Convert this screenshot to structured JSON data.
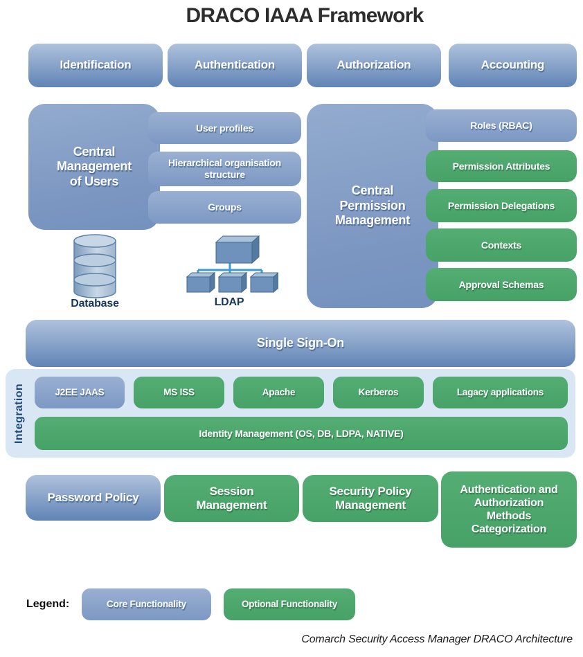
{
  "title": "DRACO IAAA Framework",
  "caption": "Comarch Security Access Manager DRACO Architecture",
  "top_row": [
    {
      "label": "Identification",
      "type": "core"
    },
    {
      "label": "Authentication",
      "type": "core"
    },
    {
      "label": "Authorization",
      "type": "core"
    },
    {
      "label": "Accounting",
      "type": "core"
    }
  ],
  "user_management": {
    "title": "Central\nManagement\nof Users",
    "items": [
      {
        "label": "User profiles",
        "type": "core"
      },
      {
        "label": "Hierarchical organisation\nstructure",
        "type": "core"
      },
      {
        "label": "Groups",
        "type": "core"
      }
    ]
  },
  "data_sources": [
    {
      "label": "Database",
      "icon": "database-icon"
    },
    {
      "label": "LDAP",
      "icon": "ldap-tree-icon"
    }
  ],
  "permission_management": {
    "title": "Central\nPermission\nManagement",
    "items": [
      {
        "label": "Roles (RBAC)",
        "type": "core"
      },
      {
        "label": "Permission Attributes",
        "type": "optional"
      },
      {
        "label": "Permission Delegations",
        "type": "optional"
      },
      {
        "label": "Contexts",
        "type": "optional"
      },
      {
        "label": "Approval Schemas",
        "type": "optional"
      }
    ]
  },
  "sso": {
    "label": "Single Sign-On",
    "type": "core"
  },
  "integration": {
    "label": "Integration",
    "items": [
      {
        "label": "J2EE JAAS",
        "type": "core"
      },
      {
        "label": "MS ISS",
        "type": "optional"
      },
      {
        "label": "Apache",
        "type": "optional"
      },
      {
        "label": "Kerberos",
        "type": "optional"
      },
      {
        "label": "Lagacy applications",
        "type": "optional"
      }
    ],
    "wide_item": {
      "label": "Identity Management (OS, DB, LDPA, NATIVE)",
      "type": "optional"
    }
  },
  "bottom_row": [
    {
      "label": "Password Policy",
      "type": "core"
    },
    {
      "label": "Session\nManagement",
      "type": "optional"
    },
    {
      "label": "Security Policy\nManagement",
      "type": "optional"
    },
    {
      "label": "Authentication and\nAuthorization\nMethods\nCategorization",
      "type": "optional"
    }
  ],
  "legend": {
    "label": "Legend:",
    "items": [
      {
        "label": "Core Functionality",
        "type": "core"
      },
      {
        "label": "Optional Functionality",
        "type": "optional"
      }
    ]
  },
  "colors": {
    "core_blue_top": "#AEC2DC",
    "core_blue_bottom": "#6084B6",
    "mid_blue": "#8AA4C9",
    "optional_green": "#4CA76D",
    "integration_panel_bg": "#D9E6F3",
    "dark_label_blue": "#17375D",
    "connector_blue": "#3D9AD1",
    "title_color": "#2D2D2D"
  }
}
